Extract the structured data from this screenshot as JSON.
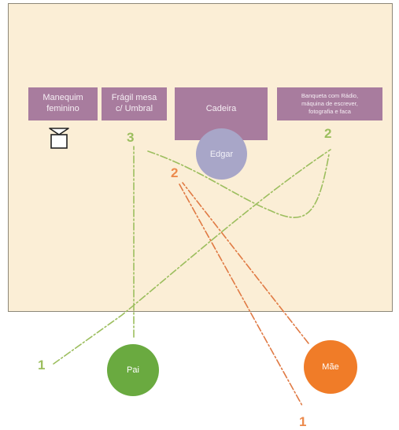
{
  "props": {
    "mannequin": [
      "Manequim",
      "feminino"
    ],
    "table": [
      "Frágil mesa",
      "c/ Umbral"
    ],
    "chair": "Cadeira",
    "bench": [
      "Banqueta com Rádio,",
      "máquina de escrever,",
      "fotografia e faca"
    ]
  },
  "characters": {
    "edgar": "Edgar",
    "pai": "Pai",
    "mae": "Mãe"
  },
  "path_numbers": {
    "table": "3",
    "bench": "2",
    "pai_entry": "1",
    "mae_stage": "2",
    "mae_exit": "1"
  },
  "colors": {
    "stage": "#fbeed6",
    "prop": "#a87c9e",
    "edgar": "#a8a6c8",
    "pai": "#6aaa40",
    "mae": "#f07c28",
    "pai_path": "#9cbe5e",
    "mae_path": "#e07a44"
  },
  "icons": {
    "mannequin_marker": "stool-icon"
  }
}
